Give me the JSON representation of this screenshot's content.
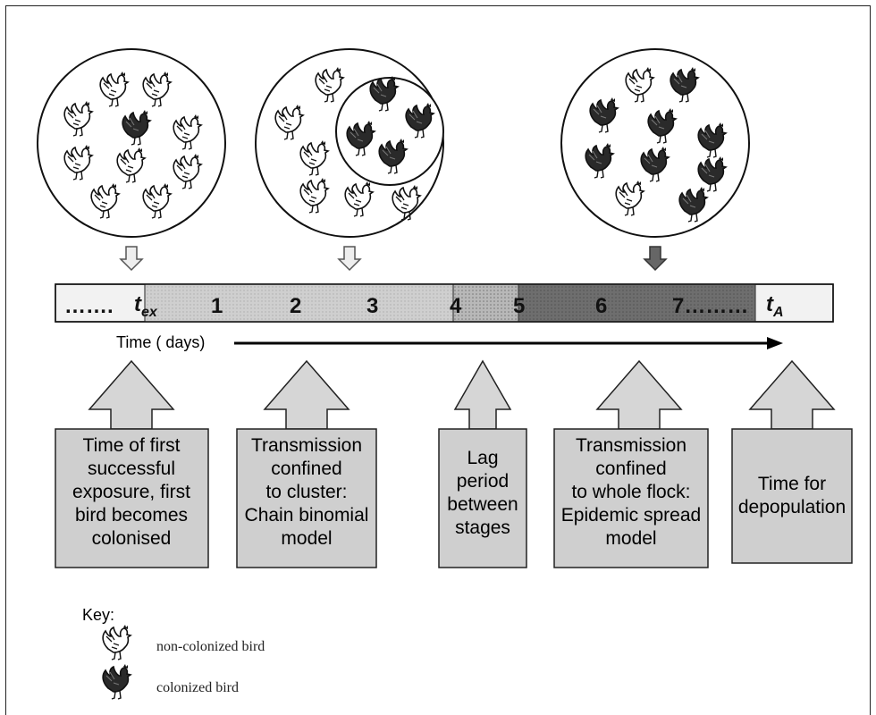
{
  "timeline": {
    "segments": [
      "…….",
      "t",
      "1",
      "2",
      "3",
      "4",
      "5",
      "6",
      "7………",
      "t"
    ],
    "tex_sub": "ex",
    "ta_sub": "A",
    "time_label": "Time ( days)"
  },
  "stage_boxes": [
    {
      "lines": [
        "Time of first",
        "successful",
        "exposure, first",
        "bird becomes",
        "colonised"
      ]
    },
    {
      "lines": [
        "Transmission",
        "confined",
        "to cluster:",
        "Chain binomial",
        "model"
      ]
    },
    {
      "lines": [
        "Lag",
        "period",
        "between",
        "stages"
      ]
    },
    {
      "lines": [
        "Transmission",
        "confined",
        "to whole flock:",
        "Epidemic spread",
        "model"
      ]
    },
    {
      "lines": [
        "Time for",
        "depopulation"
      ]
    }
  ],
  "key": {
    "title": "Key:",
    "items": [
      {
        "icon": "non-colonized-bird-icon",
        "label": "non-colonized bird"
      },
      {
        "icon": "colonized-bird-icon",
        "label": "colonized bird"
      }
    ]
  },
  "colors": {
    "timeline_light": "#ececec",
    "timeline_mid": "#c8c8c8",
    "timeline_lag": "#b4b4b4",
    "timeline_dark": "#6e6e6e",
    "box_fill": "#cfcfcf",
    "arrow_fill": "#d6d6d6"
  }
}
